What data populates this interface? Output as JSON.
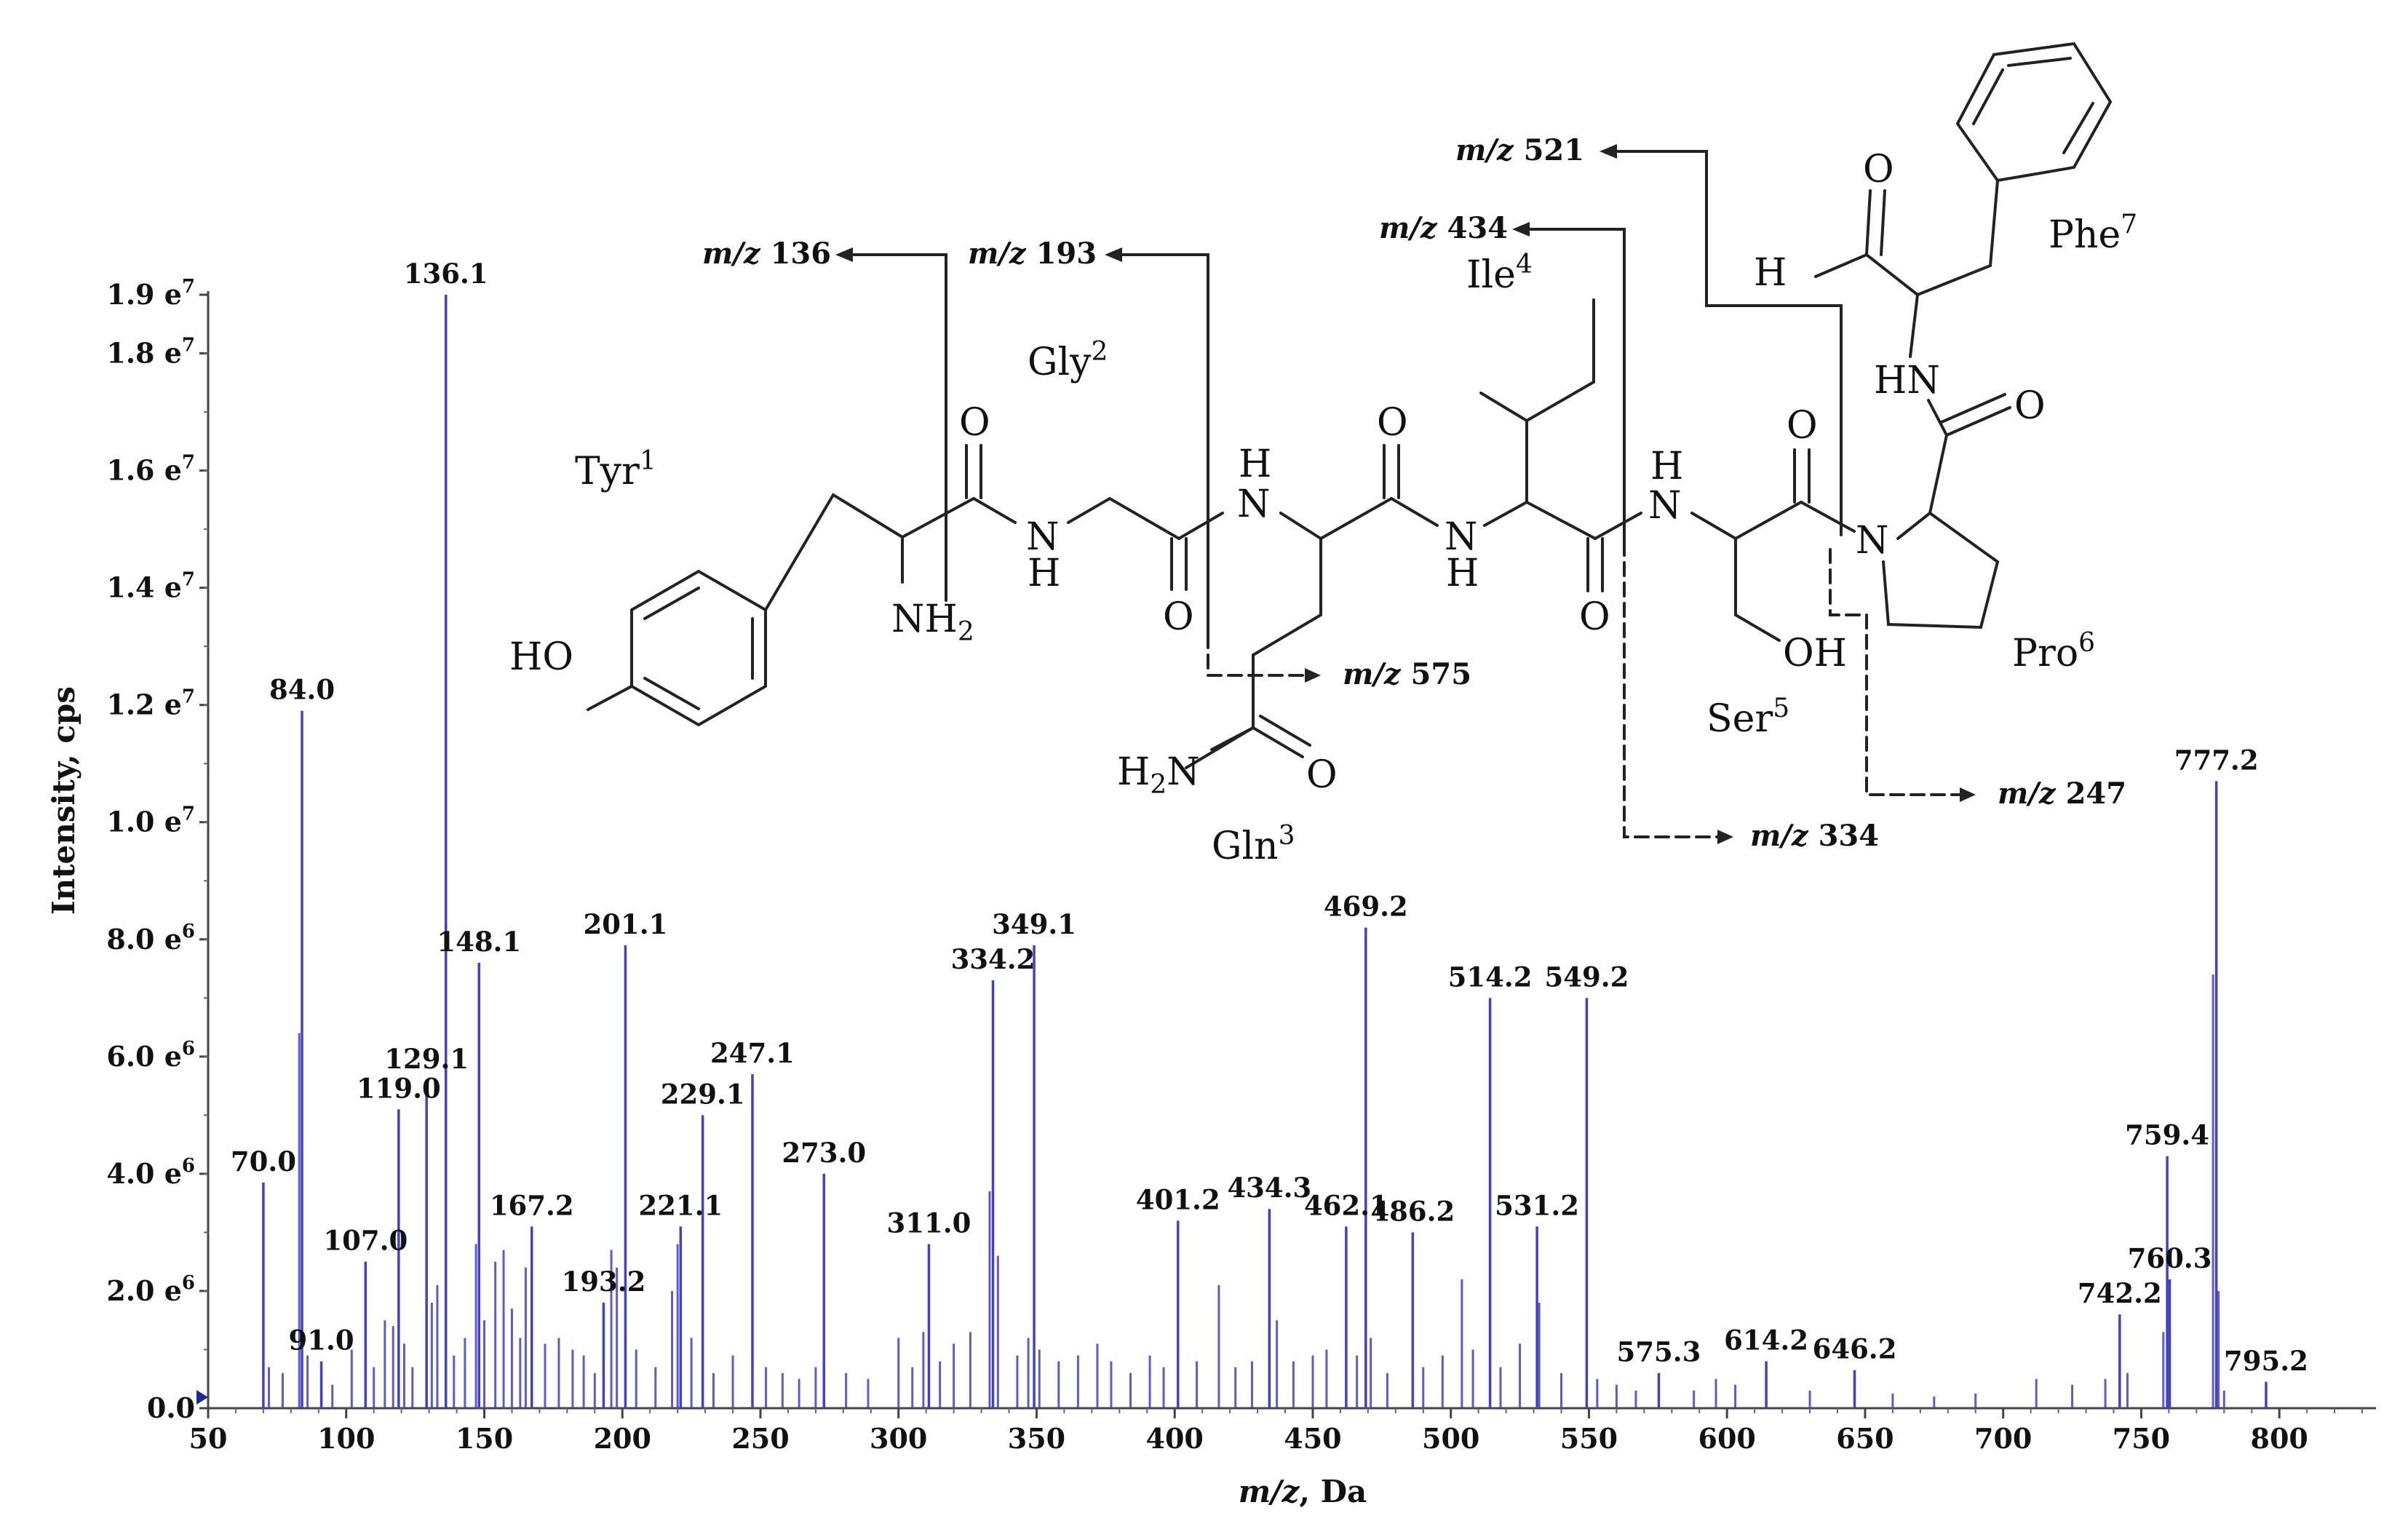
{
  "chart_data": {
    "type": "bar",
    "xlabel_italic": "m/z",
    "xlabel_rest": ", Da",
    "ylabel": "Intensity, cps",
    "xlim": [
      50,
      835
    ],
    "ylim": [
      0,
      19000000
    ],
    "x_ticks": [
      50,
      100,
      150,
      200,
      250,
      300,
      350,
      400,
      450,
      500,
      550,
      600,
      650,
      700,
      750,
      800
    ],
    "y_ticks": [
      {
        "value": 0,
        "mant": "0.0",
        "exp": ""
      },
      {
        "value": 2000000,
        "mant": "2.0 e",
        "exp": "6"
      },
      {
        "value": 4000000,
        "mant": "4.0 e",
        "exp": "6"
      },
      {
        "value": 6000000,
        "mant": "6.0 e",
        "exp": "6"
      },
      {
        "value": 8000000,
        "mant": "8.0 e",
        "exp": "6"
      },
      {
        "value": 10000000,
        "mant": "1.0 e",
        "exp": "7"
      },
      {
        "value": 12000000,
        "mant": "1.2 e",
        "exp": "7"
      },
      {
        "value": 14000000,
        "mant": "1.4 e",
        "exp": "7"
      },
      {
        "value": 16000000,
        "mant": "1.6 e",
        "exp": "7"
      },
      {
        "value": 18000000,
        "mant": "1.8 e",
        "exp": "7"
      },
      {
        "value": 19000000,
        "mant": "1.9 e",
        "exp": "7"
      }
    ],
    "bar_color": "#4040c8",
    "labeled_peaks": [
      {
        "mz": 70.0,
        "intensity": 3850000,
        "label": "70.0"
      },
      {
        "mz": 84.0,
        "intensity": 11900000,
        "label": "84.0"
      },
      {
        "mz": 91.0,
        "intensity": 800000,
        "label": "91.0"
      },
      {
        "mz": 107.0,
        "intensity": 2500000,
        "label": "107.0"
      },
      {
        "mz": 119.0,
        "intensity": 5100000,
        "label": "119.0"
      },
      {
        "mz": 129.1,
        "intensity": 5600000,
        "label": "129.1"
      },
      {
        "mz": 136.1,
        "intensity": 19000000,
        "label": "136.1"
      },
      {
        "mz": 148.1,
        "intensity": 7600000,
        "label": "148.1"
      },
      {
        "mz": 167.2,
        "intensity": 3100000,
        "label": "167.2"
      },
      {
        "mz": 193.2,
        "intensity": 1800000,
        "label": "193.2"
      },
      {
        "mz": 201.1,
        "intensity": 7900000,
        "label": "201.1"
      },
      {
        "mz": 221.1,
        "intensity": 3100000,
        "label": "221.1"
      },
      {
        "mz": 229.1,
        "intensity": 5000000,
        "label": "229.1"
      },
      {
        "mz": 247.1,
        "intensity": 5700000,
        "label": "247.1"
      },
      {
        "mz": 273.0,
        "intensity": 4000000,
        "label": "273.0"
      },
      {
        "mz": 311.0,
        "intensity": 2800000,
        "label": "311.0"
      },
      {
        "mz": 334.2,
        "intensity": 7300000,
        "label": "334.2"
      },
      {
        "mz": 349.1,
        "intensity": 7900000,
        "label": "349.1"
      },
      {
        "mz": 401.2,
        "intensity": 3200000,
        "label": "401.2"
      },
      {
        "mz": 434.3,
        "intensity": 3400000,
        "label": "434.3"
      },
      {
        "mz": 462.1,
        "intensity": 3100000,
        "label": "462.1"
      },
      {
        "mz": 469.2,
        "intensity": 8200000,
        "label": "469.2"
      },
      {
        "mz": 486.2,
        "intensity": 3000000,
        "label": "486.2"
      },
      {
        "mz": 514.2,
        "intensity": 7000000,
        "label": "514.2"
      },
      {
        "mz": 531.2,
        "intensity": 3100000,
        "label": "531.2"
      },
      {
        "mz": 549.2,
        "intensity": 7000000,
        "label": "549.2"
      },
      {
        "mz": 575.3,
        "intensity": 600000,
        "label": "575.3"
      },
      {
        "mz": 614.2,
        "intensity": 800000,
        "label": "614.2"
      },
      {
        "mz": 646.2,
        "intensity": 650000,
        "label": "646.2"
      },
      {
        "mz": 742.2,
        "intensity": 1600000,
        "label": "742.2"
      },
      {
        "mz": 759.4,
        "intensity": 4300000,
        "label": "759.4"
      },
      {
        "mz": 760.3,
        "intensity": 2200000,
        "label": "760.3"
      },
      {
        "mz": 777.2,
        "intensity": 10700000,
        "label": "777.2"
      },
      {
        "mz": 795.2,
        "intensity": 450000,
        "label": "795.2"
      }
    ],
    "unlabeled_peaks": [
      {
        "mz": 72,
        "intensity": 700000
      },
      {
        "mz": 77,
        "intensity": 600000
      },
      {
        "mz": 83,
        "intensity": 6400000
      },
      {
        "mz": 86,
        "intensity": 900000
      },
      {
        "mz": 95,
        "intensity": 400000
      },
      {
        "mz": 102,
        "intensity": 1000000
      },
      {
        "mz": 110,
        "intensity": 700000
      },
      {
        "mz": 114,
        "intensity": 1500000
      },
      {
        "mz": 117,
        "intensity": 1400000
      },
      {
        "mz": 121,
        "intensity": 1100000
      },
      {
        "mz": 124,
        "intensity": 700000
      },
      {
        "mz": 131,
        "intensity": 1800000
      },
      {
        "mz": 133,
        "intensity": 2100000
      },
      {
        "mz": 139,
        "intensity": 900000
      },
      {
        "mz": 143,
        "intensity": 1200000
      },
      {
        "mz": 147,
        "intensity": 2800000
      },
      {
        "mz": 150,
        "intensity": 1500000
      },
      {
        "mz": 154,
        "intensity": 2500000
      },
      {
        "mz": 157,
        "intensity": 2700000
      },
      {
        "mz": 160,
        "intensity": 1700000
      },
      {
        "mz": 163,
        "intensity": 1200000
      },
      {
        "mz": 165,
        "intensity": 2400000
      },
      {
        "mz": 172,
        "intensity": 1100000
      },
      {
        "mz": 177,
        "intensity": 1200000
      },
      {
        "mz": 182,
        "intensity": 1000000
      },
      {
        "mz": 186,
        "intensity": 900000
      },
      {
        "mz": 190,
        "intensity": 600000
      },
      {
        "mz": 196,
        "intensity": 2700000
      },
      {
        "mz": 198,
        "intensity": 2400000
      },
      {
        "mz": 205,
        "intensity": 1000000
      },
      {
        "mz": 212,
        "intensity": 700000
      },
      {
        "mz": 218,
        "intensity": 2000000
      },
      {
        "mz": 220,
        "intensity": 2800000
      },
      {
        "mz": 225,
        "intensity": 1200000
      },
      {
        "mz": 233,
        "intensity": 600000
      },
      {
        "mz": 240,
        "intensity": 900000
      },
      {
        "mz": 252,
        "intensity": 700000
      },
      {
        "mz": 258,
        "intensity": 600000
      },
      {
        "mz": 264,
        "intensity": 500000
      },
      {
        "mz": 270,
        "intensity": 700000
      },
      {
        "mz": 281,
        "intensity": 600000
      },
      {
        "mz": 289,
        "intensity": 500000
      },
      {
        "mz": 300,
        "intensity": 1200000
      },
      {
        "mz": 305,
        "intensity": 700000
      },
      {
        "mz": 309,
        "intensity": 1300000
      },
      {
        "mz": 315,
        "intensity": 800000
      },
      {
        "mz": 320,
        "intensity": 1100000
      },
      {
        "mz": 326,
        "intensity": 1300000
      },
      {
        "mz": 333,
        "intensity": 3700000
      },
      {
        "mz": 336,
        "intensity": 2600000
      },
      {
        "mz": 343,
        "intensity": 900000
      },
      {
        "mz": 347,
        "intensity": 1200000
      },
      {
        "mz": 351,
        "intensity": 1000000
      },
      {
        "mz": 358,
        "intensity": 800000
      },
      {
        "mz": 365,
        "intensity": 900000
      },
      {
        "mz": 372,
        "intensity": 1100000
      },
      {
        "mz": 377,
        "intensity": 800000
      },
      {
        "mz": 384,
        "intensity": 600000
      },
      {
        "mz": 391,
        "intensity": 900000
      },
      {
        "mz": 396,
        "intensity": 700000
      },
      {
        "mz": 408,
        "intensity": 800000
      },
      {
        "mz": 416,
        "intensity": 2100000
      },
      {
        "mz": 422,
        "intensity": 700000
      },
      {
        "mz": 428,
        "intensity": 800000
      },
      {
        "mz": 437,
        "intensity": 1500000
      },
      {
        "mz": 443,
        "intensity": 800000
      },
      {
        "mz": 450,
        "intensity": 900000
      },
      {
        "mz": 455,
        "intensity": 1000000
      },
      {
        "mz": 466,
        "intensity": 900000
      },
      {
        "mz": 471,
        "intensity": 1200000
      },
      {
        "mz": 477,
        "intensity": 600000
      },
      {
        "mz": 490,
        "intensity": 700000
      },
      {
        "mz": 497,
        "intensity": 900000
      },
      {
        "mz": 504,
        "intensity": 2200000
      },
      {
        "mz": 508,
        "intensity": 1000000
      },
      {
        "mz": 518,
        "intensity": 700000
      },
      {
        "mz": 525,
        "intensity": 1100000
      },
      {
        "mz": 532,
        "intensity": 1800000
      },
      {
        "mz": 540,
        "intensity": 600000
      },
      {
        "mz": 553,
        "intensity": 500000
      },
      {
        "mz": 560,
        "intensity": 400000
      },
      {
        "mz": 567,
        "intensity": 300000
      },
      {
        "mz": 588,
        "intensity": 300000
      },
      {
        "mz": 596,
        "intensity": 500000
      },
      {
        "mz": 603,
        "intensity": 400000
      },
      {
        "mz": 630,
        "intensity": 300000
      },
      {
        "mz": 660,
        "intensity": 250000
      },
      {
        "mz": 675,
        "intensity": 200000
      },
      {
        "mz": 690,
        "intensity": 250000
      },
      {
        "mz": 712,
        "intensity": 500000
      },
      {
        "mz": 725,
        "intensity": 400000
      },
      {
        "mz": 737,
        "intensity": 500000
      },
      {
        "mz": 745,
        "intensity": 600000
      },
      {
        "mz": 758,
        "intensity": 1300000
      },
      {
        "mz": 776,
        "intensity": 7400000
      },
      {
        "mz": 778,
        "intensity": 2000000
      },
      {
        "mz": 780,
        "intensity": 300000
      }
    ]
  },
  "structure": {
    "residues": [
      {
        "name": "Tyr",
        "sup": "1"
      },
      {
        "name": "Gly",
        "sup": "2"
      },
      {
        "name": "Gln",
        "sup": "3"
      },
      {
        "name": "Ile",
        "sup": "4"
      },
      {
        "name": "Ser",
        "sup": "5"
      },
      {
        "name": "Pro",
        "sup": "6"
      },
      {
        "name": "Phe",
        "sup": "7"
      }
    ],
    "atoms": {
      "O": "O",
      "N": "N",
      "H": "H",
      "HO": "HO",
      "OH": "OH",
      "HN": "HN",
      "NH": "NH",
      "sub2": "2"
    },
    "fragments": [
      {
        "mz_italic": "m/z",
        "value": "136"
      },
      {
        "mz_italic": "m/z",
        "value": "193"
      },
      {
        "mz_italic": "m/z",
        "value": "434"
      },
      {
        "mz_italic": "m/z",
        "value": "521"
      },
      {
        "mz_italic": "m/z",
        "value": "575"
      },
      {
        "mz_italic": "m/z",
        "value": "334"
      },
      {
        "mz_italic": "m/z",
        "value": "247"
      }
    ]
  }
}
